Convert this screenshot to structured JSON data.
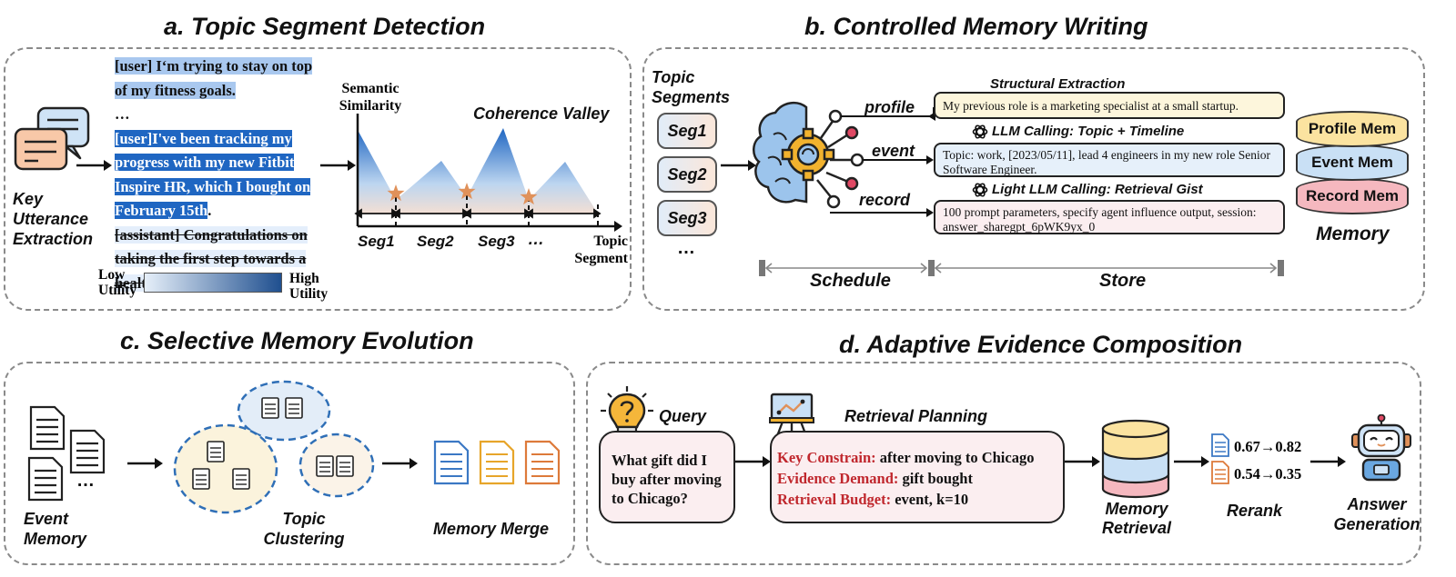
{
  "panel_a": {
    "title": "a.  Topic Segment Detection",
    "key_utterance_label": "Key Utterance Extraction",
    "dialogue": {
      "u1": "[user] I‘m trying to stay on top of my fitness goals.",
      "ellipsis": "…",
      "u2_highlight": "[user]I've been tracking my progress with my new Fitbit Inspire HR, which I bought on February 15th",
      "u2_tail": ".",
      "u3": "[assistant] Congratulations on taking the first step towards a healthier lifestyle!"
    },
    "legend": {
      "low": "Low Utility",
      "high": "High Utility"
    },
    "chart": {
      "y_axis": "Semantic Similarity",
      "annotation": "Coherence Valley",
      "x_axis": "Topic Segment",
      "segments": [
        "Seg1",
        "Seg2",
        "Seg3",
        "…"
      ]
    },
    "colors": {
      "dark_blue": "#1f66c2",
      "mid_blue": "#a9c8ef",
      "light_blue": "#e4eefb",
      "star": "#e0915a"
    }
  },
  "panel_b": {
    "title": "b.  Controlled Memory Writing",
    "topic_segments_label": "Topic Segments",
    "segments": [
      "Seg1",
      "Seg2",
      "Seg3",
      "…"
    ],
    "branches": [
      "profile",
      "event",
      "record"
    ],
    "structural_extraction": "Structural Extraction",
    "profile_text": "My previous role is a marketing specialist at a small startup.",
    "llm_calling": "LLM Calling: Topic + Timeline",
    "event_text": "Topic: work, [2023/05/11], lead 4 engineers in my new role Senior Software Engineer.",
    "light_llm": "Light LLM Calling: Retrieval Gist",
    "record_text": "100 prompt parameters, specify agent influence output, session: answer_sharegpt_6pWK9yx_0",
    "memory_layers": [
      "Profile Mem",
      "Event Mem",
      "Record Mem"
    ],
    "memory_label": "Memory",
    "schedule_label": "Schedule",
    "store_label": "Store",
    "colors": {
      "profile": "#fbe3a0",
      "event": "#c9e0f5",
      "record": "#f5b8bf"
    }
  },
  "panel_c": {
    "title": "c.  Selective Memory Evolution",
    "event_memory": "Event Memory",
    "ellipsis": "…",
    "topic_clustering": "Topic Clustering",
    "memory_merge": "Memory Merge"
  },
  "panel_d": {
    "title": "d.  Adaptive Evidence Composition",
    "query_label": "Query",
    "query_text": "What gift did I buy after moving to Chicago?",
    "planning_label": "Retrieval Planning",
    "plan": [
      {
        "key": "Key Constrain:",
        "value": " after moving to Chicago"
      },
      {
        "key": "Evidence Demand:",
        "value": " gift bought"
      },
      {
        "key": "Retrieval Budget:",
        "value": " event, k=10"
      }
    ],
    "memory_retrieval": "Memory Retrieval",
    "rerank_scores": [
      "0.67→0.82",
      "0.54→0.35"
    ],
    "rerank_label": "Rerank",
    "answer_generation": "Answer Generation"
  }
}
